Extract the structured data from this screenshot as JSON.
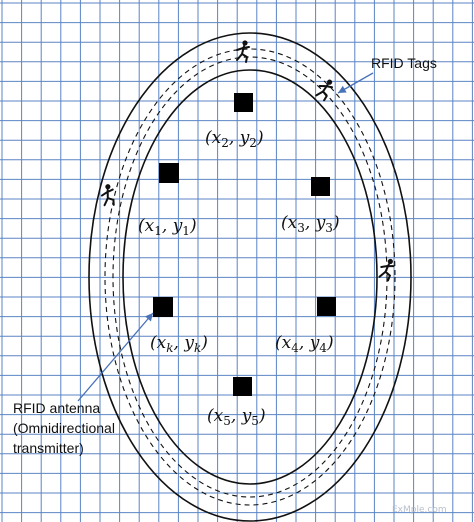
{
  "colors": {
    "grid_line": "#5b84c4",
    "background": "#ffffff",
    "ink": "#111111",
    "arrow": "#4a72b8"
  },
  "labels": {
    "rfid_tags": "RFID Tags",
    "antenna_line1": "RFID antenna",
    "antenna_line2": "(Omnidirectional",
    "antenna_line3": "transmitter)",
    "watermark": "ExMple.com"
  },
  "nodes": [
    {
      "id": "x1y1",
      "label": "(x1, y1)"
    },
    {
      "id": "x2y2",
      "label": "(x2, y2)"
    },
    {
      "id": "x3y3",
      "label": "(x3, y3)"
    },
    {
      "id": "xkyk",
      "label": "(xk, yk)"
    },
    {
      "id": "x4y4",
      "label": "(x4, y4)"
    },
    {
      "id": "x5y5",
      "label": "(x5, y5)"
    }
  ],
  "icons": {
    "antenna": "filled-black-square",
    "tag": "running-person-icon"
  }
}
